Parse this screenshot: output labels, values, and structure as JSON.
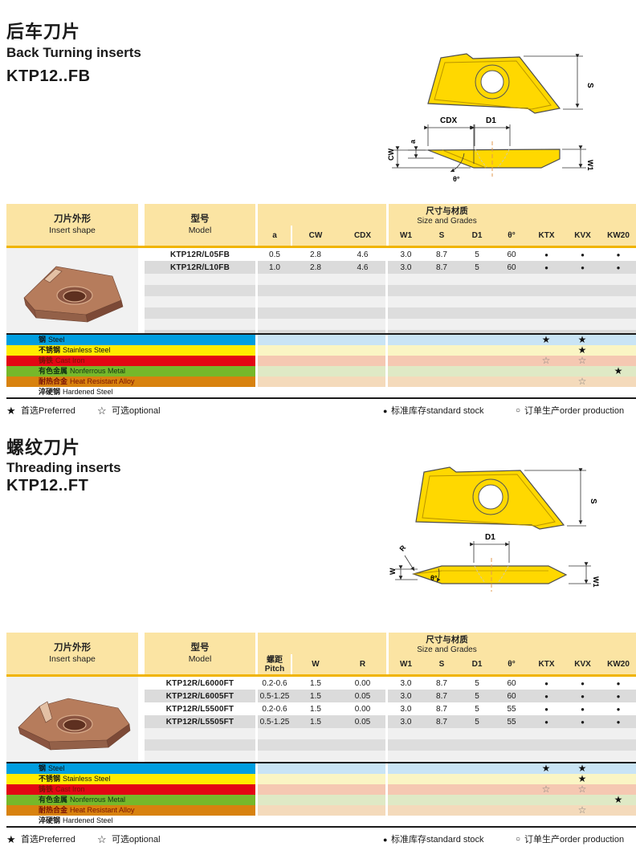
{
  "colors": {
    "header_yellow": "#FBE4A3",
    "gold_line": "#F0B400",
    "row_gray": "#DBDBDB",
    "empty_light": "#F0F0F0",
    "empty_dark": "#DDDDDD",
    "drawing_yellow": "#FFD800"
  },
  "legend": {
    "preferred_symbol": "★",
    "preferred_label": "首选Preferred",
    "optional_symbol": "☆",
    "optional_label": "可选optional",
    "stock_symbol": "●",
    "stock_label": "标准库存standard stock",
    "order_symbol": "○",
    "order_label": "订单生产order production"
  },
  "materials": [
    {
      "zh": "钢",
      "en": "Steel",
      "bar": "#009EE0",
      "tint": "#C9E4F5",
      "text": "#111111",
      "stars": {
        "KTX": "filled",
        "KVX": "filled"
      }
    },
    {
      "zh": "不锈钢",
      "en": "Stainless Steel",
      "bar": "#FFEC00",
      "tint": "#FAF5C4",
      "text": "#111111",
      "stars": {
        "KVX": "filled"
      }
    },
    {
      "zh": "铸铁",
      "en": "Cast Iron",
      "bar": "#E30613",
      "tint": "#F5C8B2",
      "text": "#7A1205",
      "stars": {
        "KTX": "outline",
        "KVX": "outline"
      }
    },
    {
      "zh": "有色金属",
      "en": "Nonferrous Metal",
      "bar": "#76B82A",
      "tint": "#DFE9C5",
      "text": "#123312",
      "stars": {
        "KW20": "filled"
      }
    },
    {
      "zh": "耐热合金",
      "en": "Heat Resistant Alloy",
      "bar": "#D8820E",
      "tint": "#F4DABB",
      "text": "#7A1205",
      "stars": {
        "KVX": "outline"
      }
    },
    {
      "zh": "淬硬钢",
      "en": "Hardened Steel",
      "bar": "#FFFFFF",
      "tint": "#FFFFFF",
      "text": "#111111",
      "stars": {}
    }
  ],
  "sections": [
    {
      "title_zh": "后车刀片",
      "title_en": "Back Turning inserts",
      "model_code": "KTP12..FB",
      "drawing": {
        "s": "S",
        "cdx": "CDX",
        "d1": "D1",
        "a": "a",
        "cw": "CW",
        "w1": "W1",
        "theta": "θ°"
      },
      "table": {
        "shape_zh": "刀片外形",
        "shape_en": "Insert shape",
        "model_zh": "型号",
        "model_en": "Model",
        "size_zh": "尺寸与材质",
        "size_en": "Size and Grades",
        "columns": [
          {
            "l1": "a"
          },
          {
            "l1": "CW"
          },
          {
            "l1": "CDX"
          },
          {
            "l1": "W1"
          },
          {
            "l1": "S"
          },
          {
            "l1": "D1"
          },
          {
            "l1": "θ°"
          },
          {
            "l1": "KTX"
          },
          {
            "l1": "KVX"
          },
          {
            "l1": "KW20"
          }
        ],
        "rows": [
          {
            "model": "KTP12R/L05FB",
            "values": [
              "0.5",
              "2.8",
              "4.6",
              "3.0",
              "8.7",
              "5",
              "60",
              "●",
              "●",
              "●"
            ]
          },
          {
            "model": "KTP12R/L10FB",
            "values": [
              "1.0",
              "2.8",
              "4.6",
              "3.0",
              "8.7",
              "5",
              "60",
              "●",
              "●",
              "●"
            ]
          }
        ]
      }
    },
    {
      "title_zh": "螺纹刀片",
      "title_en": "Threading inserts",
      "model_code": "KTP12..FT",
      "drawing": {
        "s": "S",
        "r": "R",
        "w": "W",
        "d1": "D1",
        "w1": "W1",
        "theta": "θ°"
      },
      "table": {
        "shape_zh": "刀片外形",
        "shape_en": "Insert shape",
        "model_zh": "型号",
        "model_en": "Model",
        "size_zh": "尺寸与材质",
        "size_en": "Size and Grades",
        "columns": [
          {
            "l1": "螺距",
            "l2": "Pitch"
          },
          {
            "l1": "W"
          },
          {
            "l1": "R"
          },
          {
            "l1": "W1"
          },
          {
            "l1": "S"
          },
          {
            "l1": "D1"
          },
          {
            "l1": "θ°"
          },
          {
            "l1": "KTX"
          },
          {
            "l1": "KVX"
          },
          {
            "l1": "KW20"
          }
        ],
        "rows": [
          {
            "model": "KTP12R/L6000FT",
            "values": [
              "0.2-0.6",
              "1.5",
              "0.00",
              "3.0",
              "8.7",
              "5",
              "60",
              "●",
              "●",
              "●"
            ]
          },
          {
            "model": "KTP12R/L6005FT",
            "values": [
              "0.5-1.25",
              "1.5",
              "0.05",
              "3.0",
              "8.7",
              "5",
              "60",
              "●",
              "●",
              "●"
            ]
          },
          {
            "model": "KTP12R/L5500FT",
            "values": [
              "0.2-0.6",
              "1.5",
              "0.00",
              "3.0",
              "8.7",
              "5",
              "55",
              "●",
              "●",
              "●"
            ]
          },
          {
            "model": "KTP12R/L5505FT",
            "values": [
              "0.5-1.25",
              "1.5",
              "0.05",
              "3.0",
              "8.7",
              "5",
              "55",
              "●",
              "●",
              "●"
            ]
          }
        ]
      }
    }
  ]
}
